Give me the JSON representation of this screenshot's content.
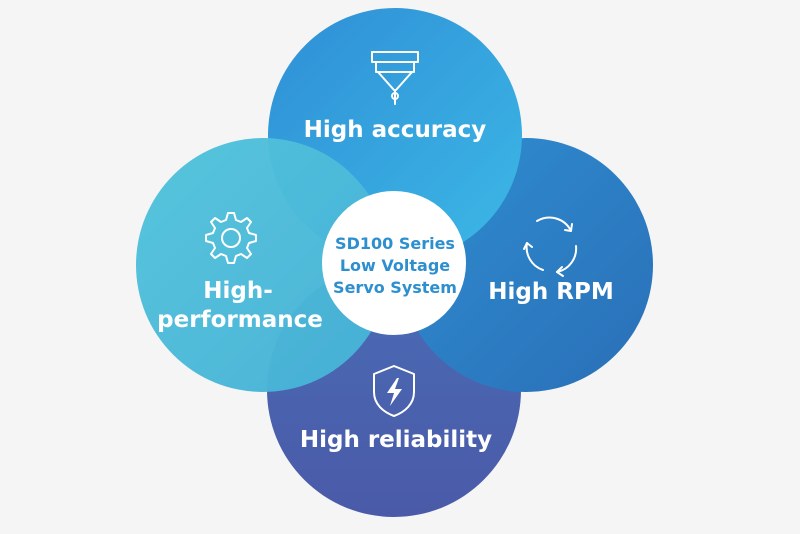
{
  "center": {
    "lines": [
      "SD100 Series",
      "Low Voltage",
      "Servo System"
    ]
  },
  "features": {
    "top": {
      "label": "High accuracy",
      "icon": "nozzle-icon",
      "color": "#2a9ad9"
    },
    "left": {
      "label_line1": "High-",
      "label_line2": "performance",
      "icon": "gear-icon",
      "color": "#4dbcd8"
    },
    "right": {
      "label": "High RPM",
      "icon": "rotation-arrows-icon",
      "color": "#2c7fc5"
    },
    "bottom": {
      "label": "High reliability",
      "icon": "shield-bolt-icon",
      "color": "#4a64b0"
    }
  },
  "colors": {
    "background": "#f5f5f5",
    "center_fill": "#ffffff",
    "center_text": "#2e8fcf"
  }
}
